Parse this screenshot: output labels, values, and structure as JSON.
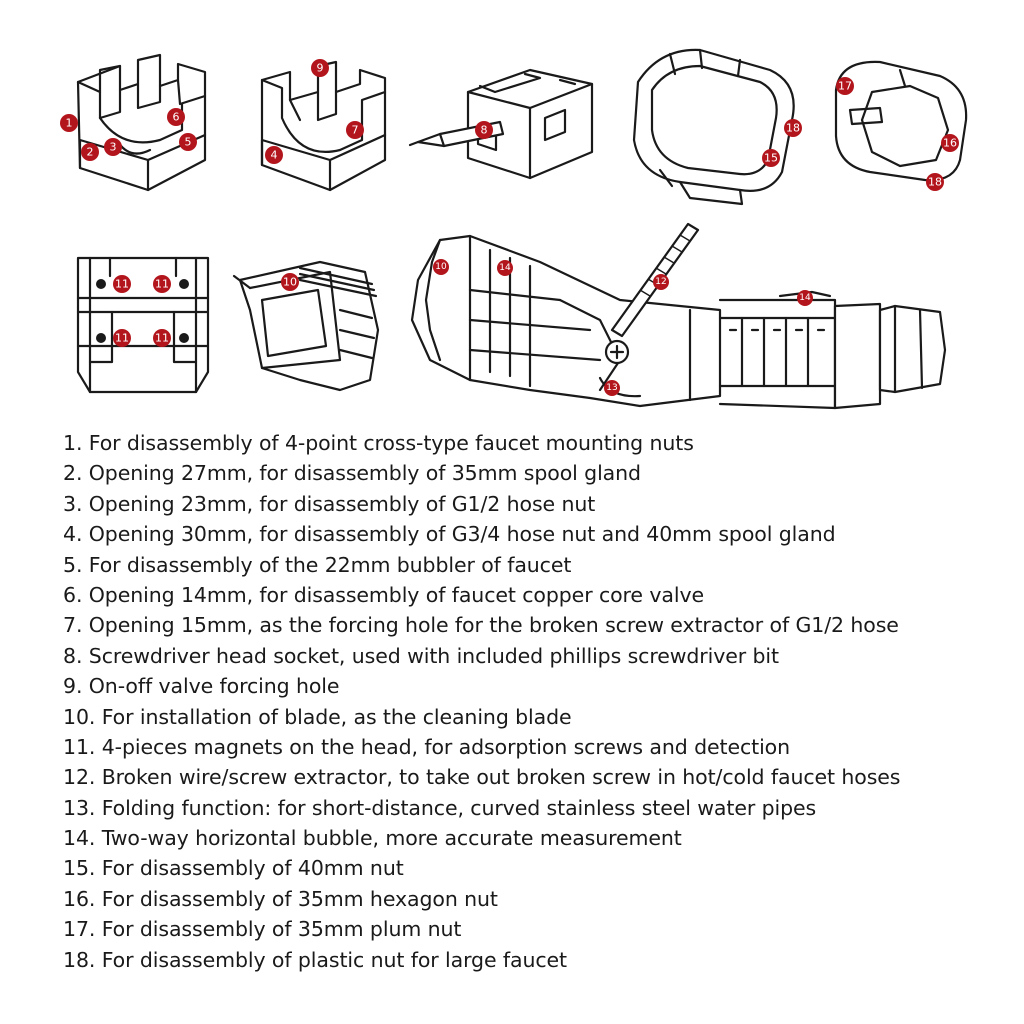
{
  "badges": {
    "b1": "1",
    "b2": "2",
    "b3": "3",
    "b4": "4",
    "b5": "5",
    "b6": "6",
    "b7": "7",
    "b8": "8",
    "b9": "9",
    "b10": "10",
    "b11": "11",
    "b12": "12",
    "b13": "13",
    "b14": "14",
    "b15": "15",
    "b16": "16",
    "b17": "17",
    "b18": "18"
  },
  "legend": [
    "1. For disassembly of 4-point cross-type faucet mounting nuts",
    "2. Opening 27mm, for disassembly of 35mm spool gland",
    "3. Opening 23mm, for disassembly of G1/2 hose nut",
    "4. Opening 30mm, for disassembly of G3/4 hose nut and 40mm spool gland",
    "5. For disassembly of the 22mm bubbler of faucet",
    "6. Opening 14mm, for disassembly of faucet copper core valve",
    "7. Opening 15mm, as the forcing hole for the broken screw extractor of G1/2 hose",
    "8. Screwdriver head socket, used with included phillips screwdriver bit",
    "9. On-off valve forcing hole",
    "10. For installation of blade, as the cleaning blade",
    "11. 4-pieces magnets on the head, for adsorption screws and detection",
    "12. Broken wire/screw extractor, to take out broken screw in hot/cold faucet hoses",
    "13. Folding function: for short-distance, curved stainless steel water pipes",
    "14. Two-way horizontal bubble, more accurate measurement",
    "15. For disassembly of 40mm nut",
    "16. For disassembly of 35mm hexagon nut",
    "17. For disassembly of 35mm plum nut",
    "18. For disassembly of plastic nut for large faucet"
  ],
  "colors": {
    "badge": "#b3151c",
    "line": "#1a1a1a",
    "background": "#ffffff"
  }
}
